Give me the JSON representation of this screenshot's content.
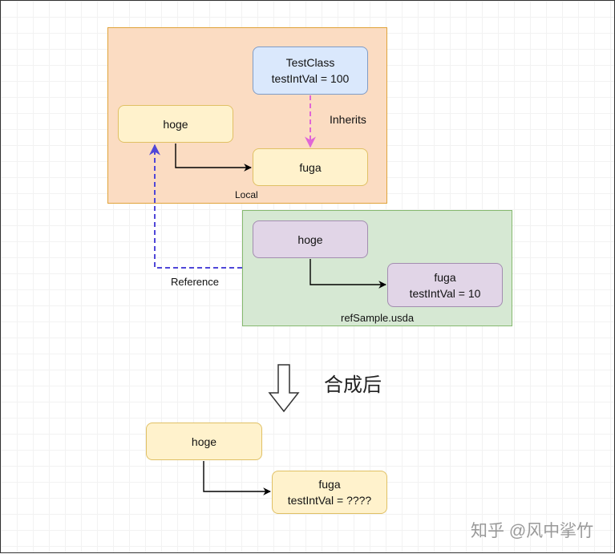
{
  "containers": {
    "local_label": "Local",
    "ref_label": "refSample.usda"
  },
  "nodes": {
    "testclass": {
      "title": "TestClass",
      "prop": "testIntVal = 100"
    },
    "local_hoge": {
      "title": "hoge"
    },
    "local_fuga": {
      "title": "fuga"
    },
    "ref_hoge": {
      "title": "hoge"
    },
    "ref_fuga": {
      "title": "fuga",
      "prop": "testIntVal = 10"
    },
    "result_hoge": {
      "title": "hoge"
    },
    "result_fuga": {
      "title": "fuga",
      "prop": "testIntVal = ????"
    }
  },
  "edges": {
    "inherits_label": "Inherits",
    "reference_label": "Reference"
  },
  "composite_label": "合成后",
  "watermark": "知乎 @风中挲竹",
  "colors": {
    "inherits_arrow": "#e066d6",
    "reference_arrow": "#4f46d8",
    "normal_arrow": "#000000"
  }
}
